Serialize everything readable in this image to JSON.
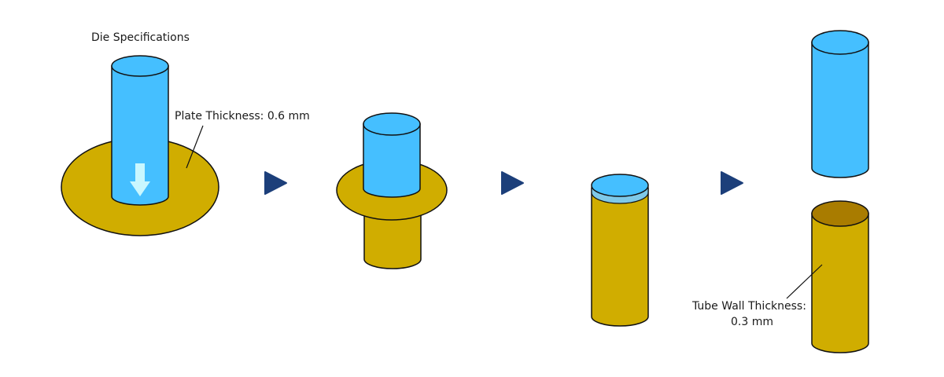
{
  "labels": {
    "die_specifications": "Die Specifications",
    "plate_thickness": "Plate Thickness: 0.6 mm",
    "tube_wall_line1": "Tube Wall Thickness:",
    "tube_wall_line2": "0.3 mm"
  },
  "colors": {
    "die_blue": "#45BFFF",
    "plate_gold": "#D0AD00",
    "tube_inner_brown": "#A97C00",
    "arrow_navy": "#1C3F7A",
    "press_arrow": "#C9F7FF",
    "outline": "#111111"
  },
  "stages": [
    {
      "name": "stage-1-die-pressing-plate"
    },
    {
      "name": "stage-2-partially-drawn"
    },
    {
      "name": "stage-3-fully-drawn-tube"
    },
    {
      "name": "stage-4-die-removed"
    }
  ]
}
